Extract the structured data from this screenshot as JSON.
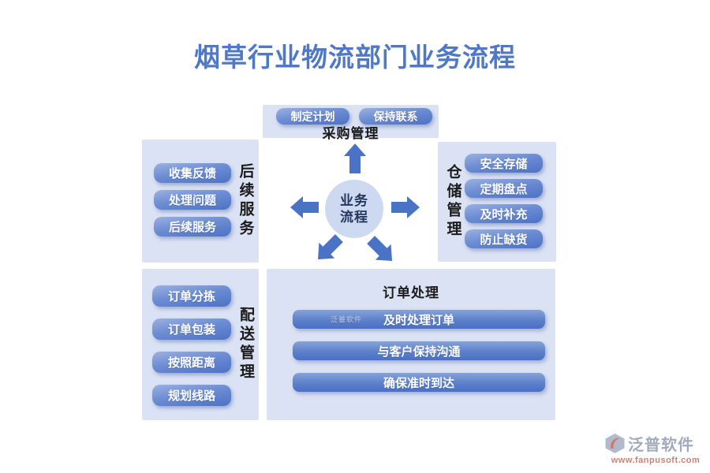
{
  "title": "烟草行业物流部门业务流程",
  "center_circle": {
    "line1": "业务",
    "line2": "流程"
  },
  "panels": {
    "procurement": {
      "heading": "采购管理",
      "buttons": [
        "制定计划",
        "保持联系"
      ]
    },
    "followup_service": {
      "heading": "后续服务",
      "buttons": [
        "收集反馈",
        "处理问题",
        "后续服务"
      ]
    },
    "warehouse": {
      "heading": "仓储管理",
      "buttons": [
        "安全存储",
        "定期盘点",
        "及时补充",
        "防止缺货"
      ]
    },
    "delivery": {
      "heading": "配送管理",
      "buttons": [
        "订单分拣",
        "订单包装",
        "按照距离",
        "规划线路"
      ]
    },
    "order_processing": {
      "heading": "订单处理",
      "bars": [
        "及时处理订单",
        "与客户保持沟通",
        "确保准时到达"
      ],
      "watermark": "泛普软件"
    }
  },
  "branding": {
    "company": "泛普软件",
    "website": "www.fanpusoft.com"
  },
  "colors": {
    "title": "#4f78c6",
    "panel_bg": "#dbe2f4",
    "button_gradient_start": "#9bb1e0",
    "button_gradient_end": "#4d72c5",
    "arrow": "#4a73c5",
    "circle_bg": "#cdd9f0",
    "circle_text": "#24365e",
    "heading_text": "#1b1b1b",
    "brand_text": "#98a2b4",
    "brand_url": "#c5756a"
  }
}
